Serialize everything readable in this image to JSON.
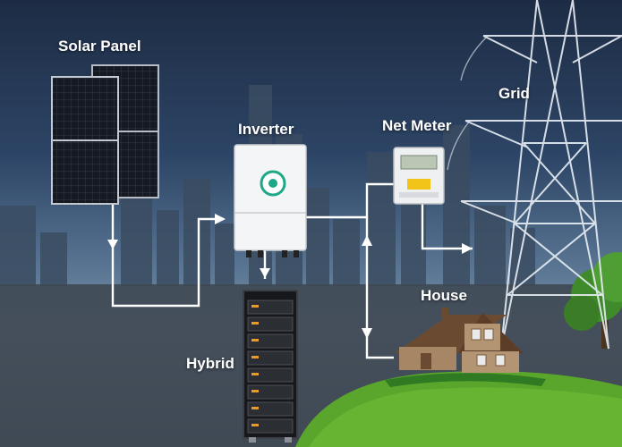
{
  "labels": {
    "solar_panel": "Solar Panel",
    "inverter": "Inverter",
    "net_meter": "Net Meter",
    "grid": "Grid",
    "house": "House",
    "hybrid": "Hybrid"
  },
  "colors": {
    "flow_line": "#ffffff",
    "grass": "#5aa62c",
    "sky_top": "#1d2c44",
    "sky_bottom": "#7f93a6",
    "meter_label": "#f2c318",
    "inverter_logo": "#1fa886"
  },
  "icons": [
    "solar-panel-icon",
    "inverter-icon",
    "net-meter-icon",
    "grid-tower-icon",
    "house-icon",
    "battery-rack-icon",
    "tree-icon"
  ]
}
